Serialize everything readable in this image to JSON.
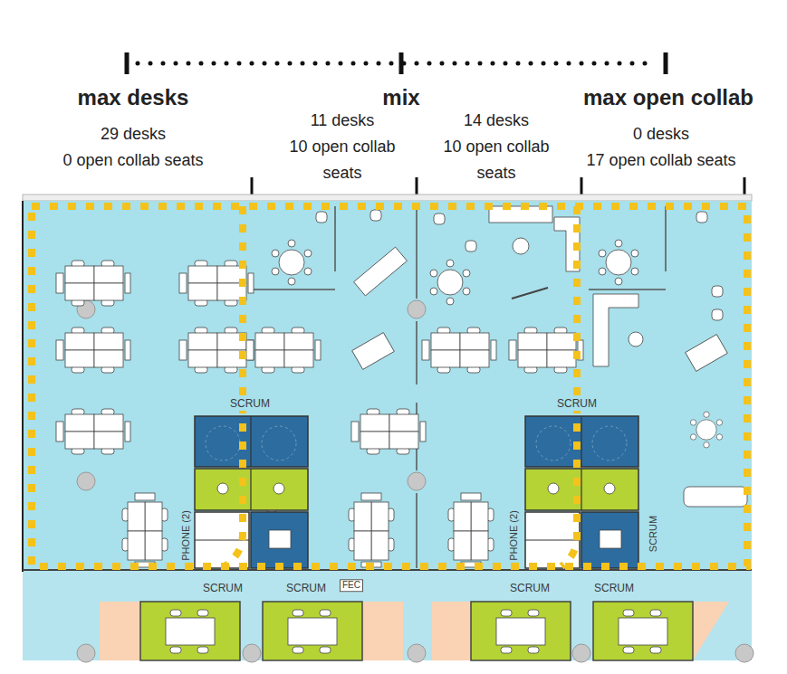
{
  "diagram": {
    "labels": [
      "max desks",
      "mix",
      "max open collab",
      "29 desks",
      "0 open collab seats",
      "11 desks",
      "10 open collab seats",
      "14 desks",
      "10 open collab seats",
      "0 desks",
      "17 open collab seats",
      "SCRUM",
      "SCRUM",
      "PHONE (2)",
      "PHONE (2)",
      "SCRUM",
      "SCRUM",
      "SCRUM",
      "FEC",
      "SCRUM",
      "SCRUM"
    ]
  }
}
